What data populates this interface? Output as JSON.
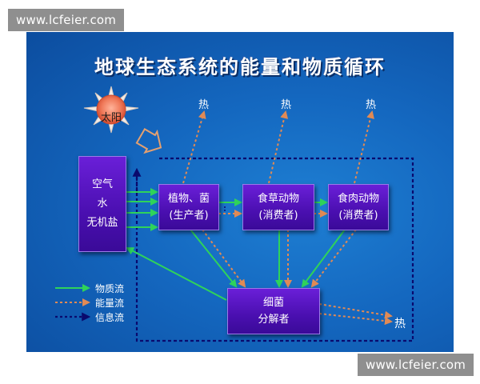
{
  "title": "地球生态系统的能量和物质循环",
  "watermark": "www.lcfeier.com",
  "sun": "太阳",
  "heat": "热",
  "nodes": {
    "environment": [
      "空气",
      "水",
      "无机盐"
    ],
    "producer": {
      "name": "植物、菌",
      "role": "(生产者)"
    },
    "herbivore": {
      "name": "食草动物",
      "role": "(消费者)"
    },
    "carnivore": {
      "name": "食肉动物",
      "role": "(消费者)"
    },
    "decomposer": {
      "name": "细菌",
      "role": "分解者"
    }
  },
  "legend": {
    "matter": "物质流",
    "energy": "能量流",
    "information": "信息流"
  },
  "colors": {
    "matter_flow": "#2fd35a",
    "energy_flow": "#e08a55",
    "information_flow": "#0a0a6e",
    "node_fill": "#5514c4",
    "background": "#1467bf"
  }
}
